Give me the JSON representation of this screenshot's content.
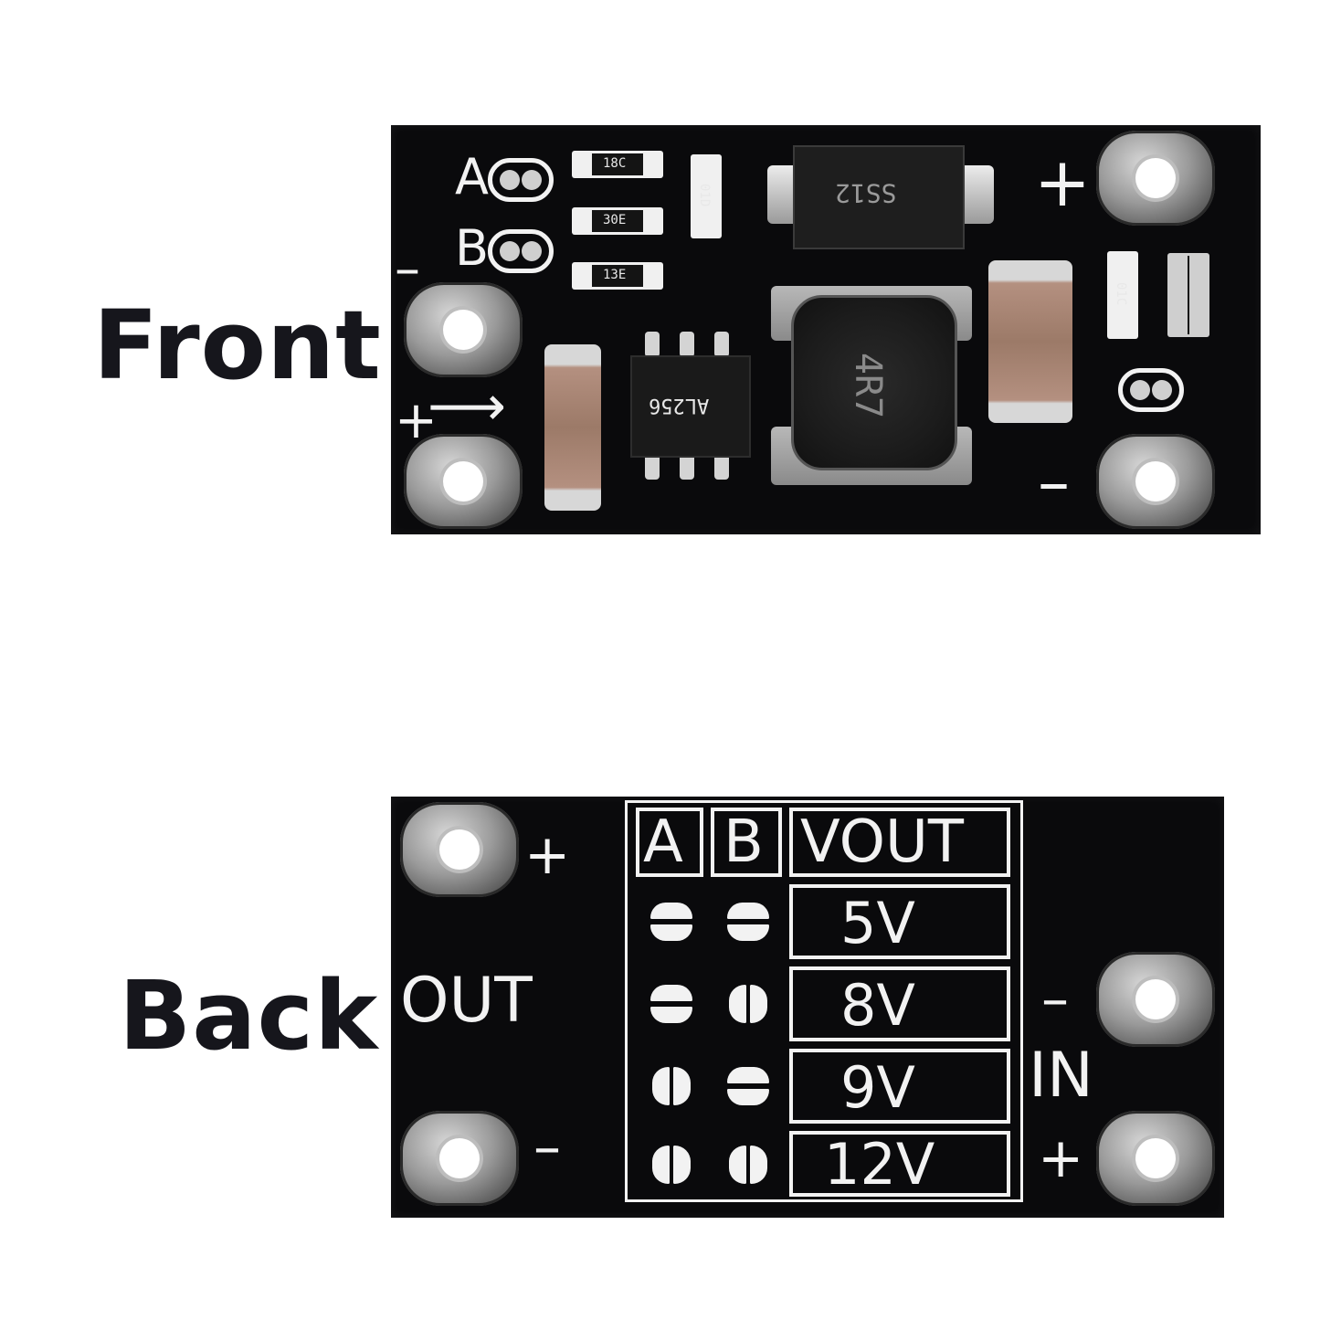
{
  "labels": {
    "front": "Front",
    "back": "Back"
  },
  "front_board": {
    "jumper_a": "A",
    "jumper_b": "B",
    "diode_marking": "SS12",
    "inductor_marking": "4R7",
    "ic_marking": "AL256",
    "resistor_1": "18C",
    "resistor_2": "30E",
    "resistor_3": "13E",
    "resistor_4": "01D",
    "resistor_5": "01C",
    "plus_top_right": "+",
    "minus_left": "–",
    "plus_left": "+",
    "minus_right": "–"
  },
  "back_board": {
    "out_label": "OUT",
    "in_label": "IN",
    "plus_top_left": "+",
    "minus_bottom_left": "–",
    "minus_right": "–",
    "plus_right": "+",
    "table": {
      "headers": [
        "A",
        "B",
        "VOUT"
      ],
      "rows": [
        {
          "vout": "5V"
        },
        {
          "vout": "8V"
        },
        {
          "vout": "9V"
        },
        {
          "vout": "12V"
        }
      ]
    }
  },
  "colors": {
    "pcb": "#0a0a0c",
    "silkscreen": "#f2f2f2",
    "label_text": "#16161c"
  }
}
